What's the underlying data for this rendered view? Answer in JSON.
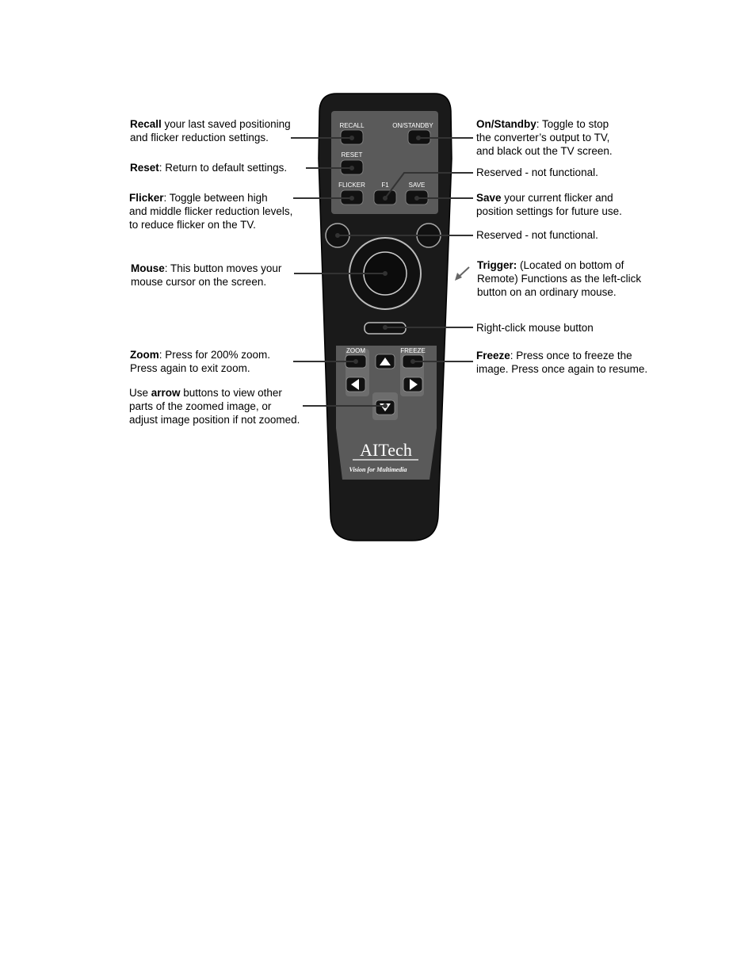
{
  "remote": {
    "buttons": {
      "recall": "RECALL",
      "on_standby": "ON/STANDBY",
      "reset": "RESET",
      "flicker": "FLICKER",
      "f1": "F1",
      "save": "SAVE",
      "zoom": "ZOOM",
      "freeze": "FREEZE"
    },
    "logo": "AITech",
    "tagline": "Vision for Multimedia"
  },
  "annotations": {
    "recall": {
      "bold": "Recall",
      "rest": " your last saved positioning",
      "line2": "and flicker reduction settings."
    },
    "reset": {
      "bold": "Reset",
      "rest": ": Return to default settings."
    },
    "flicker": {
      "bold": "Flicker",
      "rest": ": Toggle between high",
      "line2": "and middle flicker reduction levels,",
      "line3": "to reduce flicker on the TV."
    },
    "mouse": {
      "bold": "Mouse",
      "rest": ": This button moves your",
      "line2": "mouse cursor on the screen."
    },
    "zoom": {
      "bold": "Zoom",
      "rest": ": Press for 200% zoom.",
      "line2": "Press again to exit zoom."
    },
    "arrow": {
      "pre": "Use ",
      "bold": "arrow",
      "rest": " buttons to view other",
      "line2": "parts of the zoomed image, or",
      "line3": "adjust image position if not zoomed."
    },
    "on_standby": {
      "bold": "On/Standby",
      "rest": ": Toggle to stop",
      "line2": "the converter’s output to TV,",
      "line3": "and black out the TV screen."
    },
    "reserved_f1": {
      "text": "Reserved - not functional."
    },
    "save": {
      "bold": "Save",
      "rest": " your current flicker and",
      "line2": "position settings for future use."
    },
    "reserved_side": {
      "text": "Reserved - not functional."
    },
    "trigger": {
      "bold": "Trigger:",
      "rest": " (Located on bottom of",
      "line2": "Remote) Functions as the left-click",
      "line3": "button on an ordinary mouse."
    },
    "right_click": {
      "text": "Right-click mouse button"
    },
    "freeze": {
      "bold": "Freeze",
      "rest": ": Press once to freeze the",
      "line2": "image. Press once again to resume."
    }
  }
}
